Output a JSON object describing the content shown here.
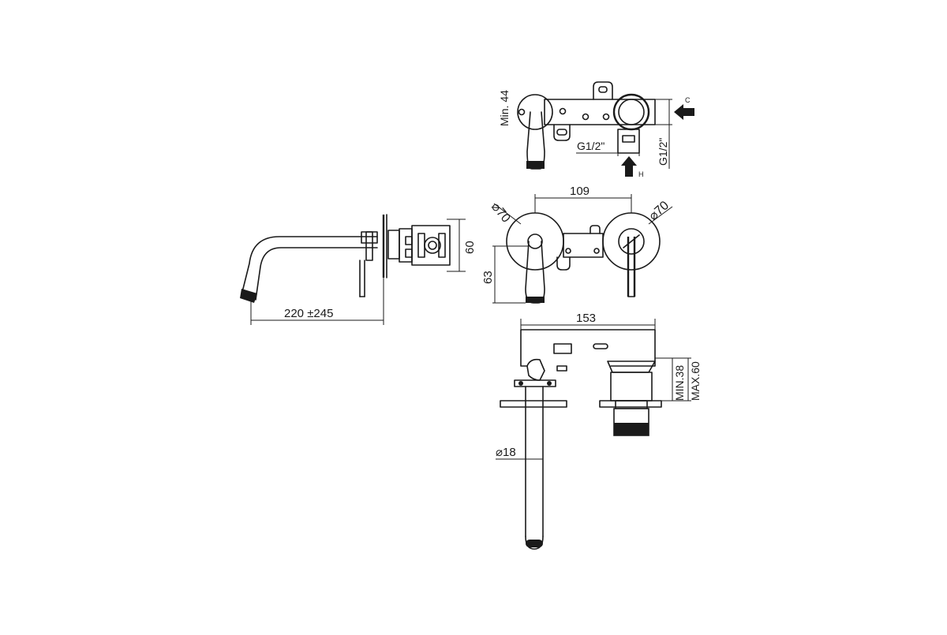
{
  "dimensions": {
    "min44": "Min. 44",
    "g12_bottom": "G1/2\"",
    "g12_side": "G1/2\"",
    "label_c": "C",
    "label_h": "H",
    "d109": "109",
    "dia70_left": "⌀70",
    "dia70_right": "⌀70",
    "d60": "60",
    "d63": "63",
    "d220": "220 ±245",
    "d153": "153",
    "min38": "MIN.38",
    "max60": "MAX.60",
    "dia18": "⌀18"
  }
}
